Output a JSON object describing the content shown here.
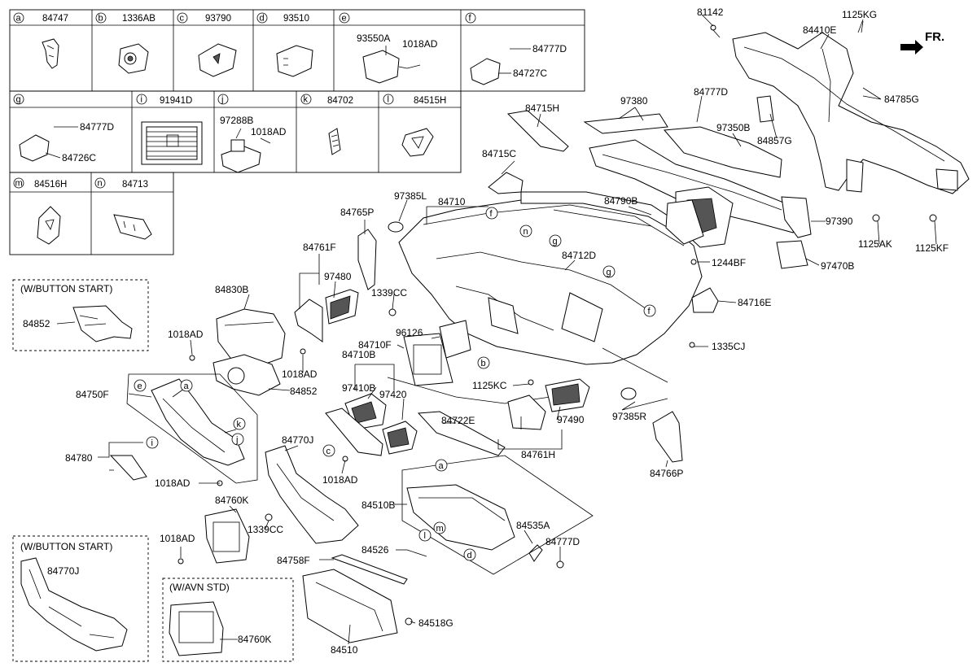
{
  "legend": {
    "row1": [
      {
        "letter": "a",
        "part": "84747"
      },
      {
        "letter": "b",
        "part": "1336AB"
      },
      {
        "letter": "c",
        "part": "93790"
      },
      {
        "letter": "d",
        "part": "93510"
      },
      {
        "letter": "e",
        "part": ""
      },
      {
        "letter": "f",
        "part": ""
      }
    ],
    "row2": [
      {
        "letter": "g",
        "part": ""
      },
      {
        "letter": "i",
        "part": "91941D"
      },
      {
        "letter": "j",
        "part": ""
      },
      {
        "letter": "k",
        "part": "84702"
      },
      {
        "letter": "l",
        "part": "84515H"
      }
    ],
    "row3": [
      {
        "letter": "m",
        "part": "84516H"
      },
      {
        "letter": "n",
        "part": "84713"
      }
    ],
    "e_subparts": [
      "93550A",
      "1018AD"
    ],
    "f_subparts": [
      "84777D",
      "84727C"
    ],
    "g_subparts": [
      "84777D",
      "84726C"
    ],
    "j_subparts": [
      "97288B",
      "1018AD"
    ]
  },
  "front_label": "FR.",
  "variant_boxes": {
    "button_start_1": {
      "caption": "(W/BUTTON START)",
      "part": "84852"
    },
    "button_start_2": {
      "caption": "(W/BUTTON START)",
      "part": "84770J"
    },
    "avn_std": {
      "caption": "(W/AVN STD)",
      "part": "84760K"
    }
  },
  "callout_letters": {
    "f1": "f",
    "n": "n",
    "g1": "g",
    "g2": "g",
    "f2": "f",
    "b": "b",
    "e_cl": "e",
    "a1": "a",
    "k": "k",
    "j": "j",
    "i": "i",
    "c": "c",
    "a2": "a",
    "l": "l",
    "m": "m",
    "d": "d"
  },
  "part_labels": {
    "p81142": "81142",
    "p1125KG": "1125KG",
    "p84410E": "84410E",
    "p84785G": "84785G",
    "p97380": "97380",
    "p84777D_top": "84777D",
    "p97350B": "97350B",
    "p84857G": "84857G",
    "p84715H": "84715H",
    "p84715C": "84715C",
    "p97385L": "97385L",
    "p84710": "84710",
    "p84790B": "84790B",
    "p97390": "97390",
    "p1125AK": "1125AK",
    "p1125KF": "1125KF",
    "p1244BF": "1244BF",
    "p97470B": "97470B",
    "p84712D": "84712D",
    "p84765P": "84765P",
    "p84761F": "84761F",
    "p97480": "97480",
    "p1339CC_top": "1339CC",
    "p84716E": "84716E",
    "p84830B": "84830B",
    "p96126": "96126",
    "p84710F": "84710F",
    "p84710B": "84710B",
    "p1335CJ": "1335CJ",
    "p1018AD_a": "1018AD",
    "p1018AD_b": "1018AD",
    "p84852": "84852",
    "p97410B": "97410B",
    "p97420": "97420",
    "p1125KC": "1125KC",
    "p84750F": "84750F",
    "p97385R": "97385R",
    "p97490": "97490",
    "p84722E": "84722E",
    "p84780": "84780",
    "p84770J": "84770J",
    "p84761H": "84761H",
    "p84766P": "84766P",
    "p1018AD_c": "1018AD",
    "p1018AD_d": "1018AD",
    "p84760K": "84760K",
    "p84510B": "84510B",
    "p1339CC_bot": "1339CC",
    "p84535A": "84535A",
    "p84777D_bot": "84777D",
    "p1018AD_e": "1018AD",
    "p84526": "84526",
    "p84758F": "84758F",
    "p84518G": "84518G",
    "p84510": "84510"
  }
}
